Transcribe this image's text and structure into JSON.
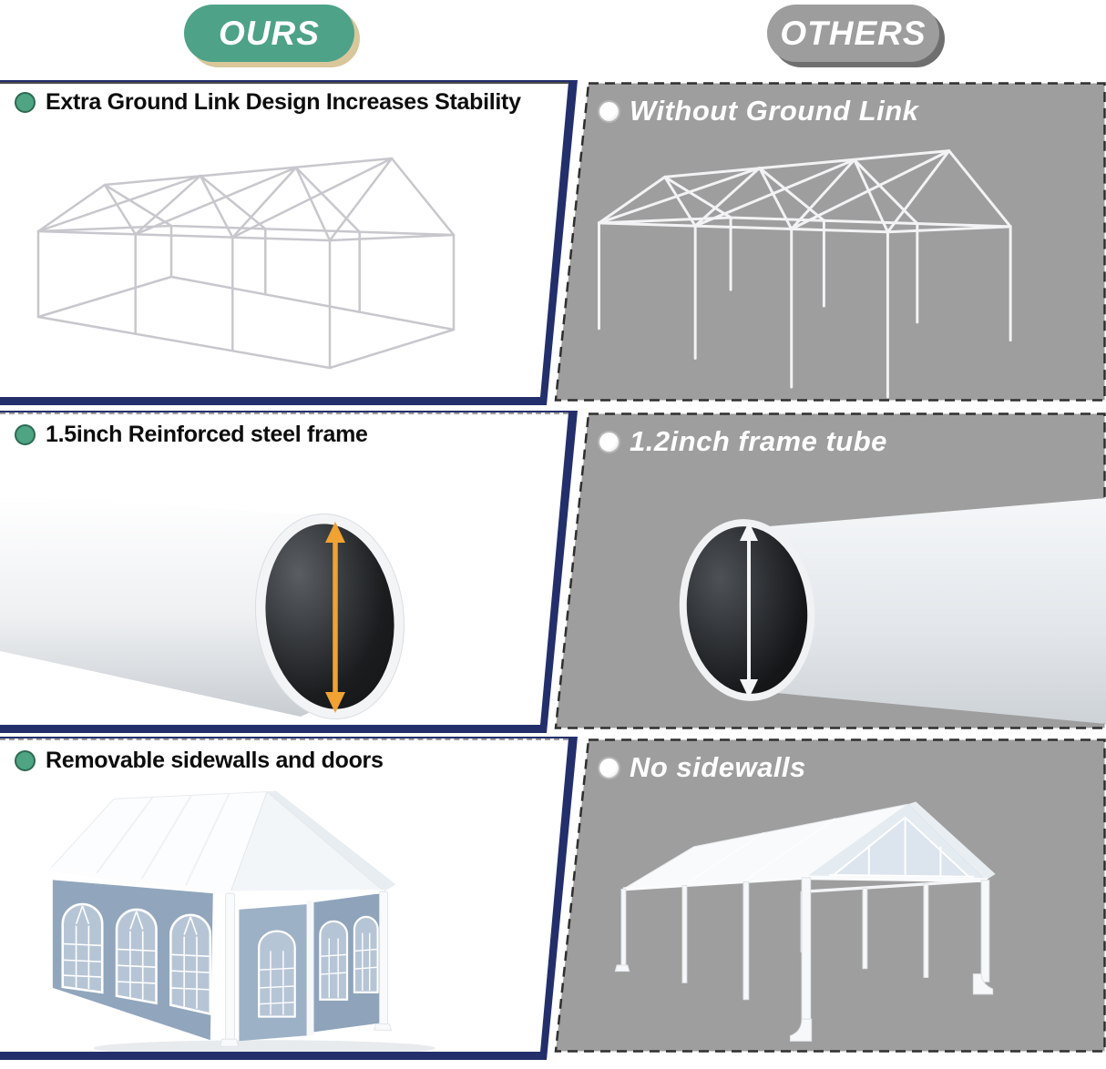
{
  "header": {
    "ours": {
      "label": "OURS",
      "color": "#4DA287",
      "shadow_color": "#D9C79B"
    },
    "others": {
      "label": "OTHERS",
      "color": "#9D9D9D",
      "shadow_color": "#6F6F6F"
    }
  },
  "comparison_rows": [
    {
      "feature": "ground-link",
      "ours": {
        "label": "Extra Ground Link Design Increases Stability",
        "bullet_icon": "green-dot-icon",
        "illustration": "tent-frame-with-ground-link"
      },
      "others": {
        "label": "Without Ground Link",
        "bullet_icon": "white-dot-icon",
        "illustration": "tent-frame-without-ground-link"
      }
    },
    {
      "feature": "frame-tube",
      "ours": {
        "label": "1.5inch Reinforced steel frame",
        "bullet_icon": "green-dot-icon",
        "illustration": "steel-tube-with-orange-diameter-arrow"
      },
      "others": {
        "label": "1.2inch frame tube",
        "bullet_icon": "white-dot-icon",
        "illustration": "thin-tube-with-white-diameter-arrow"
      }
    },
    {
      "feature": "sidewalls",
      "ours": {
        "label": "Removable sidewalls and doors",
        "bullet_icon": "green-dot-icon",
        "illustration": "party-tent-with-sidewalls-and-windows"
      },
      "others": {
        "label": "No sidewalls",
        "bullet_icon": "white-dot-icon",
        "illustration": "open-canopy-frame-without-sidewalls"
      }
    }
  ],
  "colors": {
    "ours_panel_bg": "#FFFFFF",
    "others_panel_bg": "#9E9E9E",
    "ours_panel_border": "#232F6B",
    "others_panel_border": "#2F2F2F",
    "bullet_green": "#4EA483",
    "arrow_orange": "#F0A232",
    "sidewall_blue": "#93A8BF"
  }
}
